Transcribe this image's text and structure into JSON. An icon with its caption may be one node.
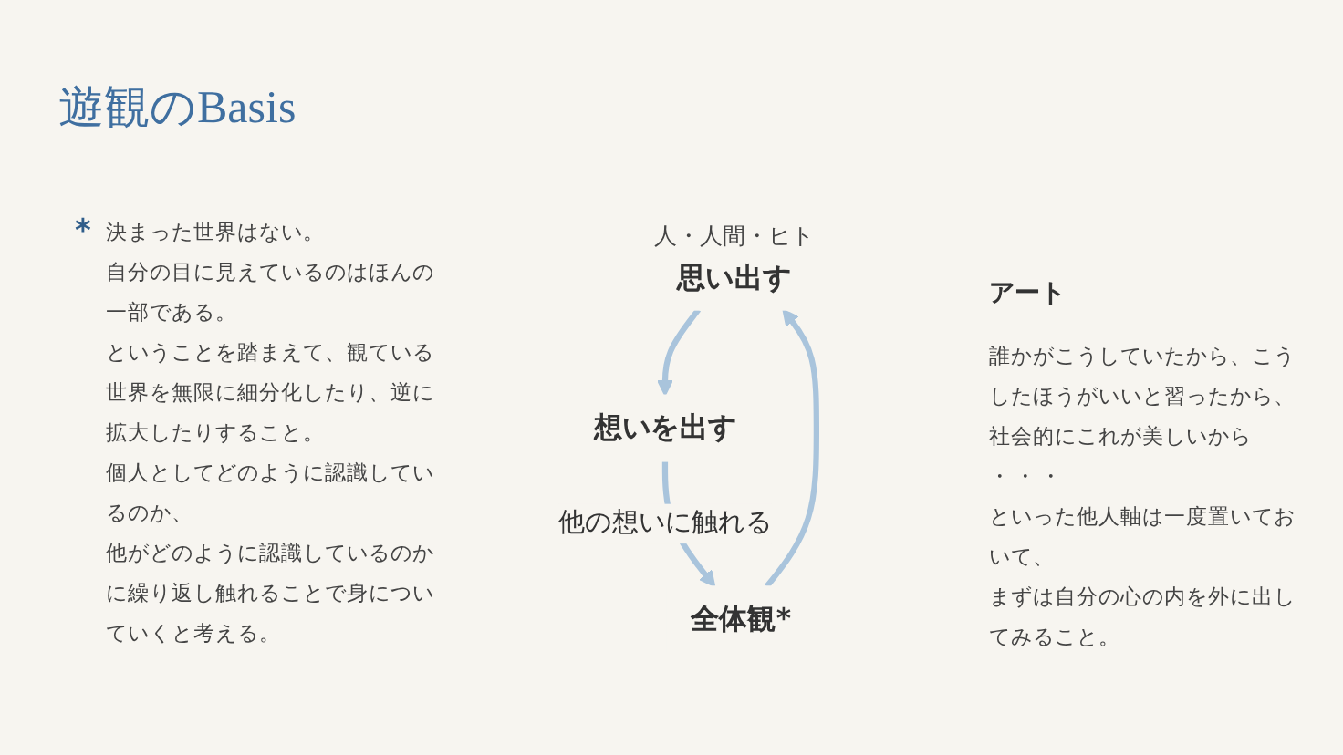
{
  "diagram": {
    "title": "遊観のBasis",
    "nodes": [
      {
        "text": [
          "人・人間・ヒト",
          "思い出す"
        ]
      },
      {
        "text": [
          "全体観*"
        ]
      },
      {
        "text": [
          "想いを出す"
        ]
      }
    ],
    "edges": [
      {
        "from": 1,
        "to": 0,
        "arrow": "to"
      },
      {
        "from": 0,
        "to": 2,
        "arrow": "to"
      },
      {
        "from": 2,
        "to": 1,
        "arrow": "to",
        "label": "他の想いに触れる"
      }
    ],
    "labels": [
      "*",
      "決まった世界はない。",
      "自分の目に見えているのはほんの一部である。",
      "ということを踏まえて、観ている世界を無限に細分化したり、逆に拡大したりすること。",
      "個人としてどのように認識しているのか、",
      "他がどのように認識しているのかに繰り返し触れることで身についていくと考える。",
      "アート",
      "誰かがこうしていたから、こうしたほうがいいと習ったから、社会的にこれが美しいから",
      "・・・",
      "といった他人軸は一度置いておいて、",
      "まずは自分の心の内を外に出してみること。"
    ]
  }
}
